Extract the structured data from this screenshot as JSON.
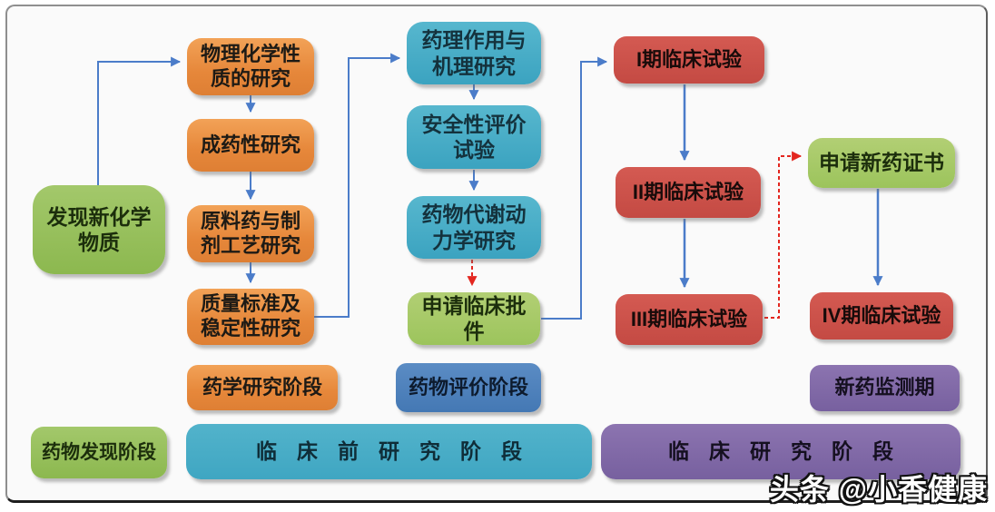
{
  "flow": {
    "discover": "发现新化学物质",
    "phys_chem": "物理化学性质的研究",
    "druggability": "成药性研究",
    "api_process": "原料药与制剂工艺研究",
    "quality_stability": "质量标准及稳定性研究",
    "pharmacology": "药理作用与机理研究",
    "safety_eval": "安全性评价试验",
    "pharmacokinetics": "药物代谢动力学研究",
    "clinical_approval": "申请临床批件",
    "phase1": "I期临床试验",
    "phase2": "II期临床试验",
    "phase3": "III期临床试验",
    "new_drug_cert": "申请新药证书",
    "phase4": "IV期临床试验"
  },
  "stage_labels": {
    "pharm_research": "药学研究阶段",
    "drug_evaluation": "药物评价阶段",
    "new_drug_monitoring": "新药监测期",
    "drug_discovery": "药物发现阶段",
    "preclinical_research": "临床前研究阶段",
    "clinical_research": "临床研究阶段"
  },
  "watermark": "头条 @小香健康",
  "colors": {
    "orange": "#E6873A",
    "teal": "#43AAC4",
    "green": "#94BD58",
    "light_green": "#A4C763",
    "red": "#C94F47",
    "blue": "#4B80BD",
    "purple": "#7E66A6",
    "arrow_blue": "#4B7CC9",
    "arrow_red": "#E3261F"
  }
}
